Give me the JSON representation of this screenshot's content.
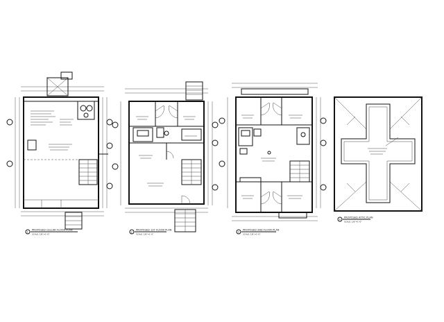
{
  "sheet": {
    "plans": [
      {
        "id": "cellar",
        "number": "1",
        "title": "PROPOSED CELLAR FLOOR PLAN",
        "scale": "SCALE: 1/8\"=1'-0\""
      },
      {
        "id": "first",
        "number": "2",
        "title": "PROPOSED 1ST FLOOR PLAN",
        "scale": "SCALE: 1/8\"=1'-0\""
      },
      {
        "id": "second",
        "number": "3",
        "title": "PROPOSED 2ND FLOOR PLAN",
        "scale": "SCALE: 1/8\"=1'-0\""
      },
      {
        "id": "attic",
        "number": "4",
        "title": "PROPOSED ATTIC PLAN",
        "scale": "SCALE: 1/8\"=1'-0\""
      }
    ]
  },
  "colors": {
    "line": "#111111",
    "fine": "#555555",
    "paper": "#ffffff"
  }
}
